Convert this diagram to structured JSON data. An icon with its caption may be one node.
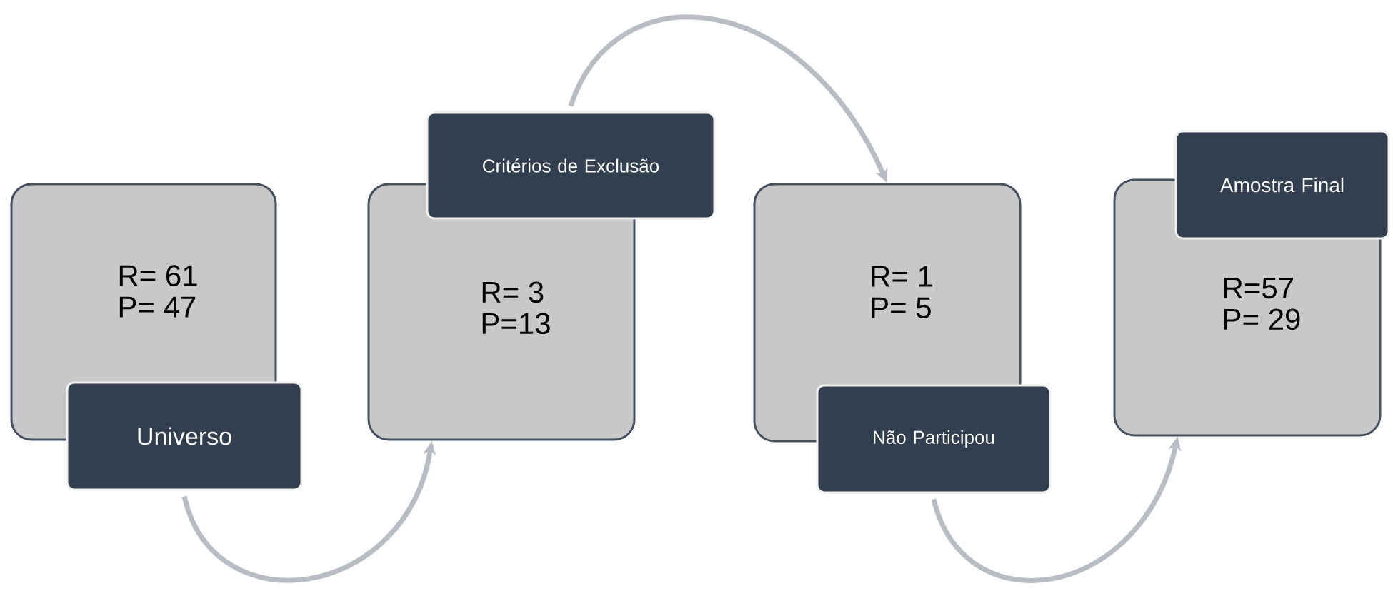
{
  "diagram": {
    "nodes": [
      {
        "text": [
          "R= 61",
          "P= 47"
        ]
      },
      {
        "text": [
          "Universo"
        ]
      },
      {
        "text": [
          "Critérios de Exclusão"
        ]
      },
      {
        "text": [
          "R= 3",
          "P=13"
        ]
      },
      {
        "text": [
          "R= 1",
          "P= 5"
        ]
      },
      {
        "text": [
          "Não Participou"
        ]
      },
      {
        "text": [
          "Amostra Final"
        ]
      },
      {
        "text": [
          "R=57",
          "P= 29"
        ]
      }
    ],
    "edges": [
      {
        "from": 1,
        "to": 3,
        "arrow": "to"
      },
      {
        "from": 2,
        "to": 4,
        "arrow": "to"
      },
      {
        "from": 5,
        "to": 7,
        "arrow": "to"
      }
    ]
  }
}
